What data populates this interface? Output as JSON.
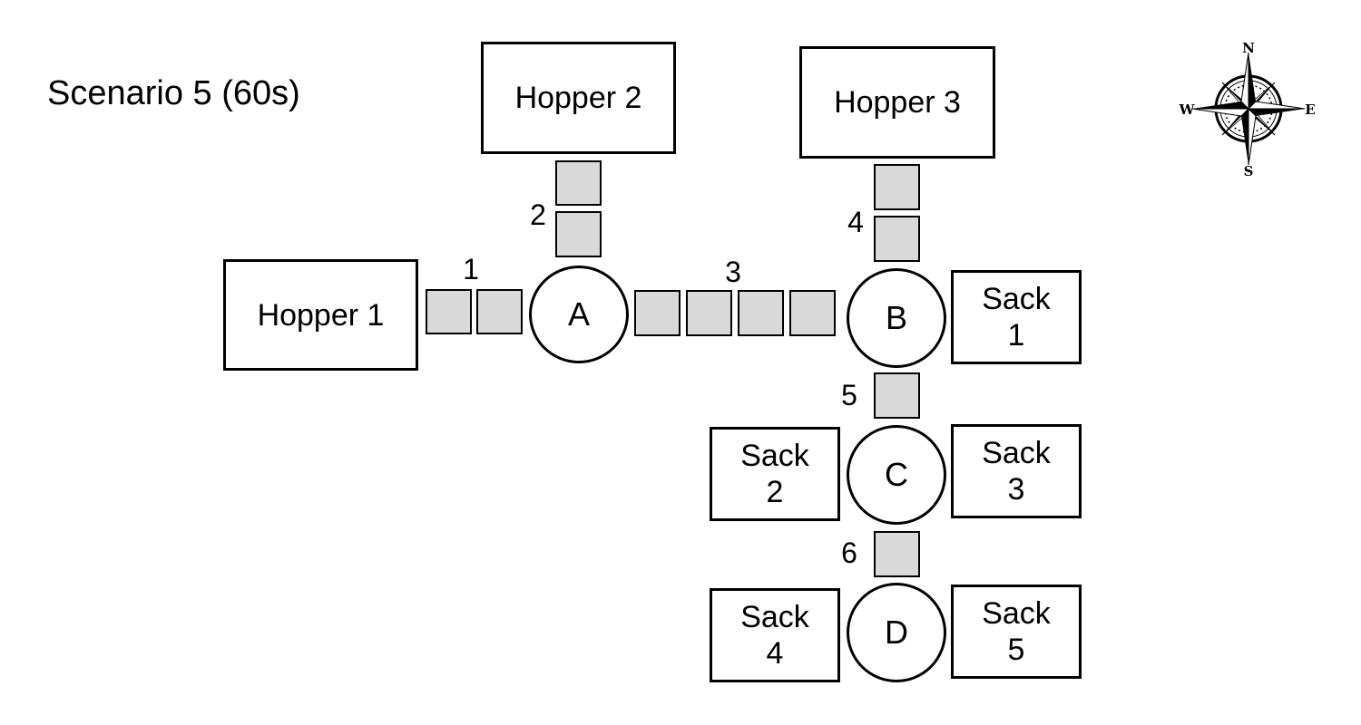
{
  "title": "Scenario 5 (60s)",
  "hoppers": [
    {
      "id": "hopper-1",
      "label": "Hopper 1"
    },
    {
      "id": "hopper-2",
      "label": "Hopper 2"
    },
    {
      "id": "hopper-3",
      "label": "Hopper 3"
    }
  ],
  "junctions": [
    {
      "id": "A",
      "label": "A"
    },
    {
      "id": "B",
      "label": "B"
    },
    {
      "id": "C",
      "label": "C"
    },
    {
      "id": "D",
      "label": "D"
    }
  ],
  "sacks": [
    {
      "id": "sack-1",
      "label": "Sack\n1"
    },
    {
      "id": "sack-2",
      "label": "Sack\n2"
    },
    {
      "id": "sack-3",
      "label": "Sack\n3"
    },
    {
      "id": "sack-4",
      "label": "Sack\n4"
    },
    {
      "id": "sack-5",
      "label": "Sack\n5"
    }
  ],
  "conveyors": [
    {
      "label": "1",
      "from": "Hopper 1",
      "to": "A",
      "segments": 2
    },
    {
      "label": "2",
      "from": "Hopper 2",
      "to": "A",
      "segments": 2
    },
    {
      "label": "3",
      "from": "A",
      "to": "B",
      "segments": 4
    },
    {
      "label": "4",
      "from": "Hopper 3",
      "to": "B",
      "segments": 2
    },
    {
      "label": "5",
      "from": "B",
      "to": "C",
      "segments": 1
    },
    {
      "label": "6",
      "from": "C",
      "to": "D",
      "segments": 1
    }
  ],
  "compass": {
    "north": "N",
    "south": "S",
    "east": "E",
    "west": "W"
  },
  "colors": {
    "segment_fill": "#d9d9d9",
    "stroke": "#000000"
  }
}
